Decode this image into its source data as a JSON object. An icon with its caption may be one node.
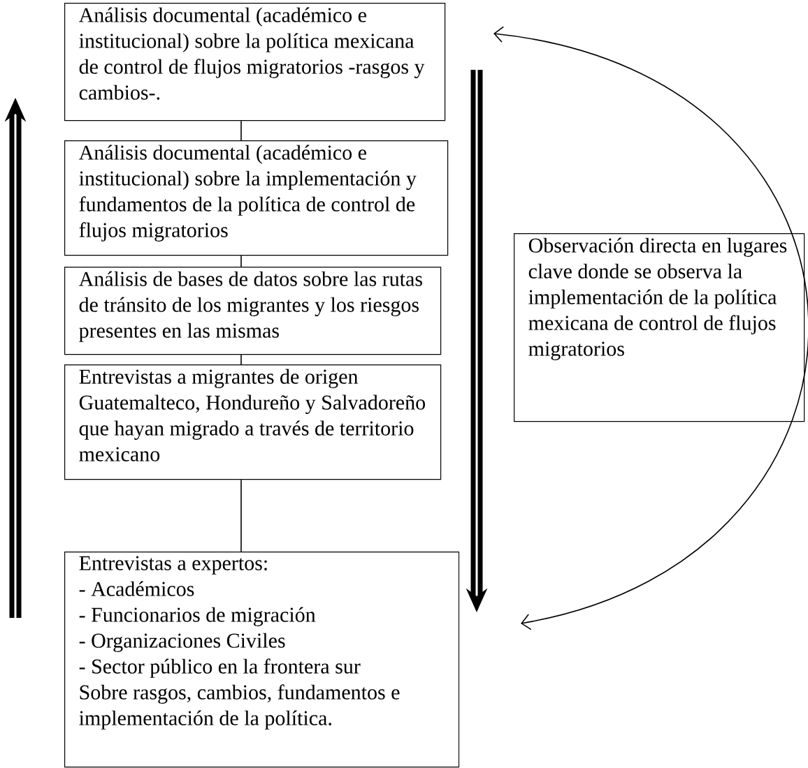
{
  "diagram": {
    "nodes": [
      {
        "text": [
          "Análisis documental (académico e institucional) sobre la política mexicana de control de flujos migratorios -rasgos y cambios-."
        ]
      },
      {
        "text": [
          "Análisis documental (académico e institucional) sobre la implementación y fundamentos de la política de control de flujos migratorios"
        ]
      },
      {
        "text": [
          "Análisis de bases de datos sobre las rutas de tránsito de los migrantes y los riesgos presentes en las mismas"
        ]
      },
      {
        "text": [
          "Entrevistas a migrantes de origen Guatemalteco, Hondureño y Salvadoreño que hayan migrado a través de territorio mexicano"
        ]
      },
      {
        "text": [
          "Entrevistas a expertos:",
          "- Académicos",
          "- Funcionarios de migración",
          "- Organizaciones Civiles",
          "- Sector público en la frontera sur",
          "Sobre rasgos, cambios, fundamentos e implementación de la política."
        ]
      },
      {
        "text": [
          "Observación directa en lugares clave donde se observa la implementación de la política mexicana de control de flujos migratorios"
        ]
      }
    ],
    "edges": [
      {
        "from": 0,
        "to": 1,
        "arrow": "none"
      },
      {
        "from": 1,
        "to": 2,
        "arrow": "none"
      },
      {
        "from": 2,
        "to": 3,
        "arrow": "none"
      },
      {
        "from": 3,
        "to": 4,
        "arrow": "none"
      }
    ]
  }
}
